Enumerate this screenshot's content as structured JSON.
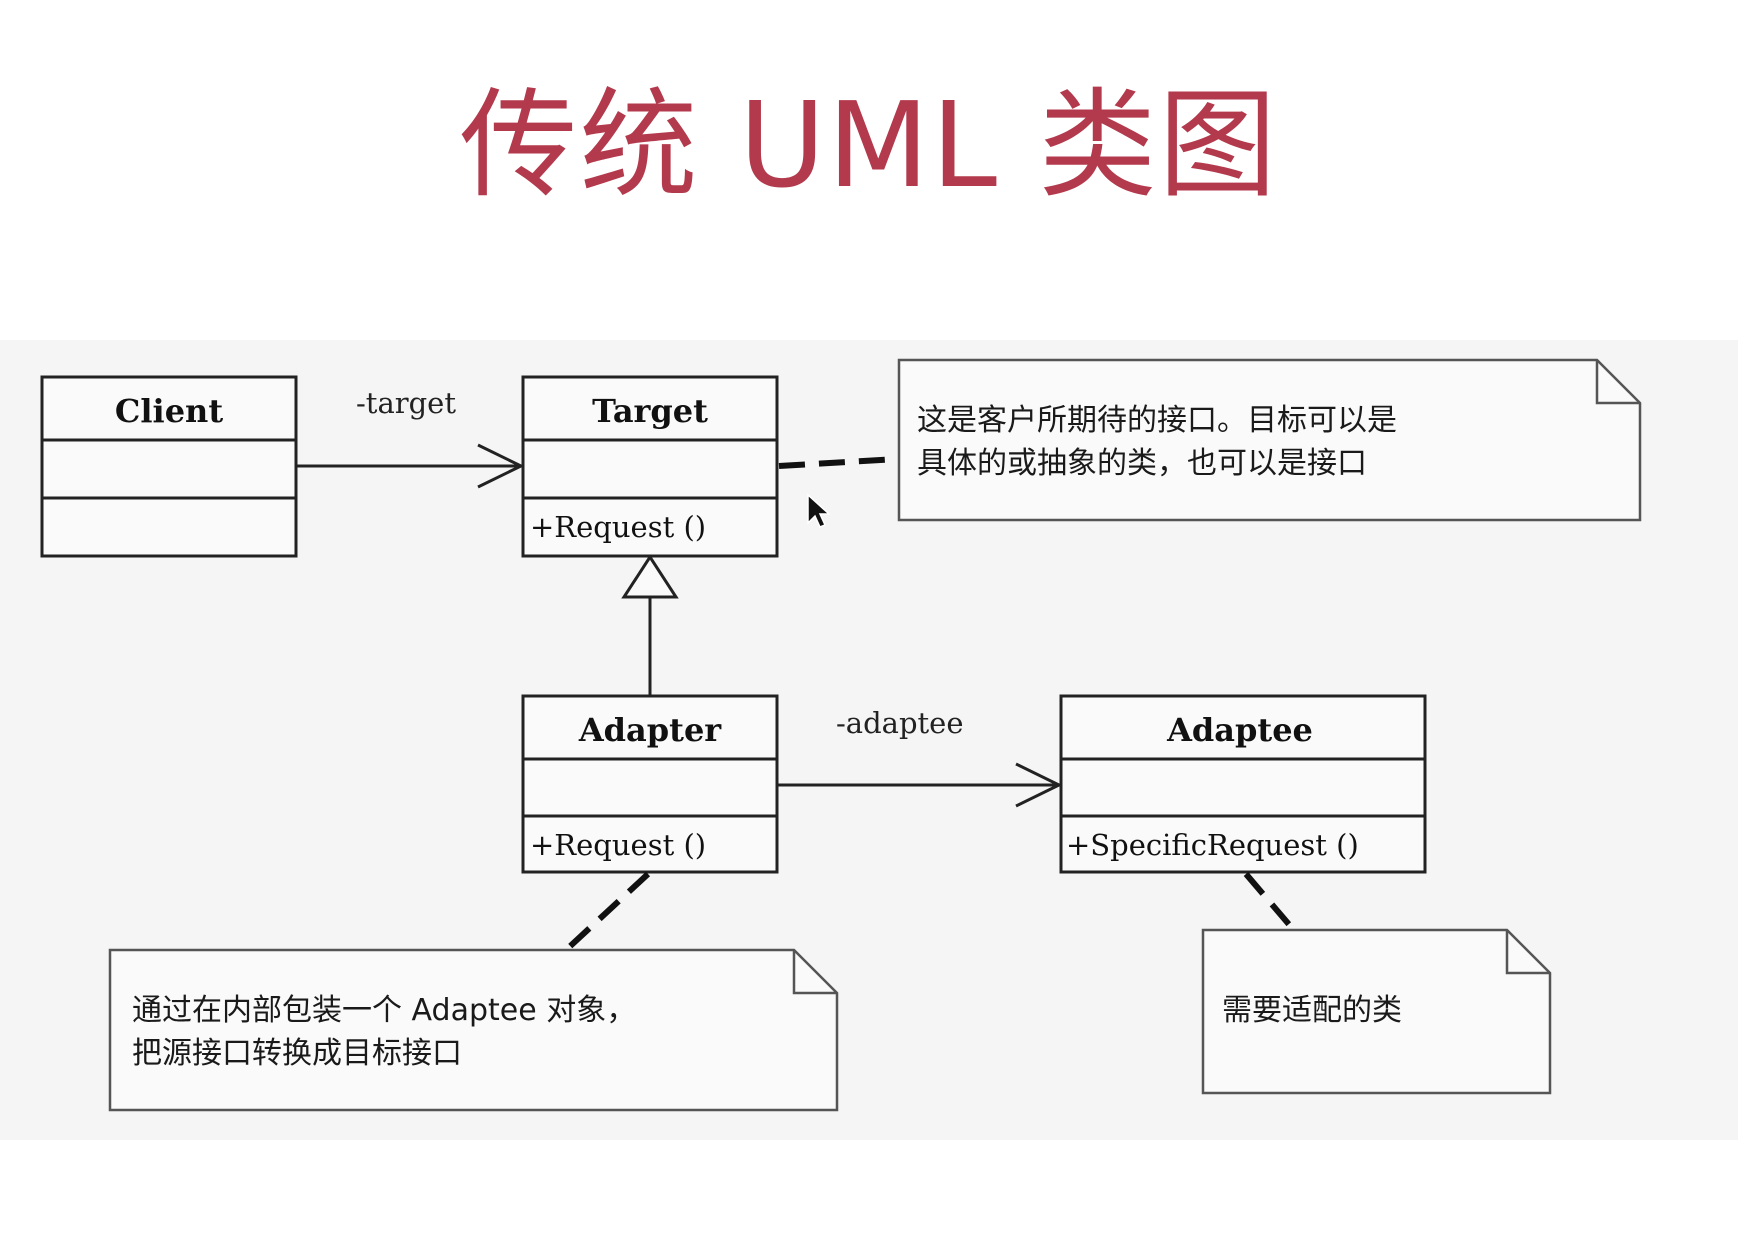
{
  "title": "传统 UML 类图",
  "classes": {
    "client": {
      "name": "Client",
      "operations": ""
    },
    "target": {
      "name": "Target",
      "operations": "+Request ()"
    },
    "adapter": {
      "name": "Adapter",
      "operations": "+Request ()"
    },
    "adaptee": {
      "name": "Adaptee",
      "operations": "+SpecificRequest  ()"
    }
  },
  "associations": {
    "client_target": "-target",
    "adapter_adaptee": "-adaptee"
  },
  "notes": {
    "target_note": [
      "这是客户所期待的接口。目标可以是",
      "具体的或抽象的类，也可以是接口"
    ],
    "adapter_note": [
      "通过在内部包装一个 Adaptee 对象，",
      "把源接口转换成目标接口"
    ],
    "adaptee_note": [
      "需要适配的类"
    ]
  },
  "colors": {
    "title": "#b33a4d",
    "line": "#222222",
    "box_fill": "#fafafa"
  },
  "icons": {
    "cursor": "mouse-pointer-icon"
  }
}
